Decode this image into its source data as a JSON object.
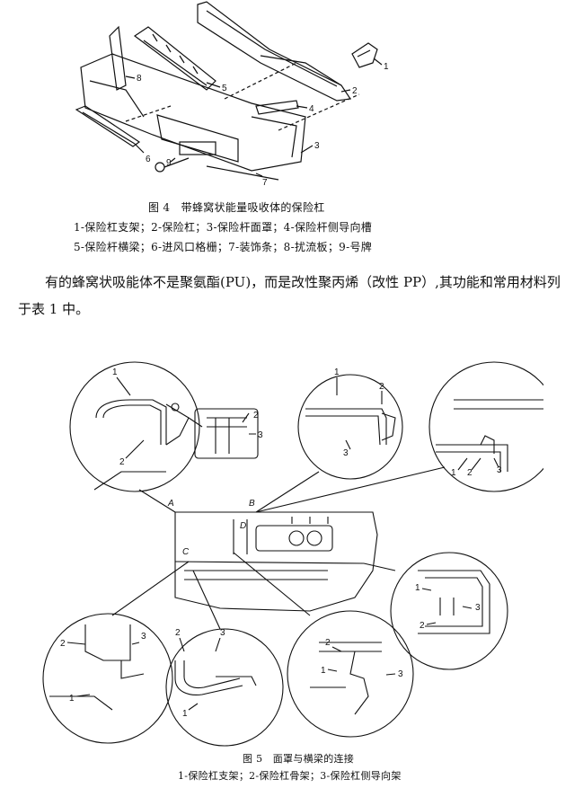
{
  "figure4": {
    "caption": "图 4　带蜂窝状能量吸收体的保险杠",
    "legend_line1": "1-保险杠支架；2-保险杠；3-保险杆面罩；4-保险杆侧导向槽",
    "legend_line2": "5-保险杆横梁；6-进风口格栅；7-装饰条；8-扰流板；9-号牌",
    "callouts": [
      "1",
      "2",
      "3",
      "4",
      "5",
      "6",
      "7",
      "8",
      "9"
    ]
  },
  "paragraph": "有的蜂窝状吸能体不是聚氨酯(PU)，而是改性聚丙烯（改性 PP）,其功能和常用材料列于表 1 中。",
  "figure5": {
    "caption": "图 5　面罩与横梁的连接",
    "legend": "1-保险杠支架；2-保险杠骨架；3-保险杠侧导向架",
    "section_letters": [
      "A",
      "B",
      "C",
      "D"
    ],
    "callouts": [
      "1",
      "2",
      "3"
    ]
  }
}
